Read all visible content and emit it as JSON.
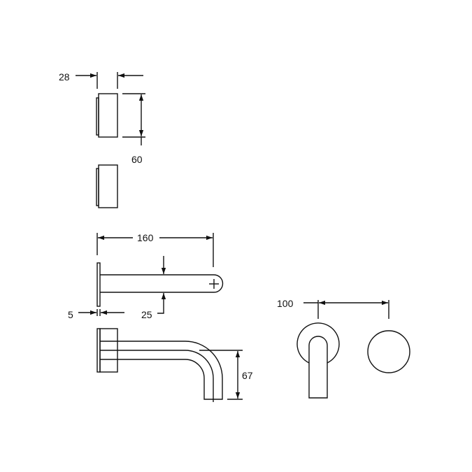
{
  "dimensions": {
    "handle_width": "28",
    "handle_height": "60",
    "spout_length": "160",
    "spout_width": "25",
    "plate_thickness": "5",
    "spout_drop": "67",
    "centre_distance": "100"
  },
  "colors": {
    "line": "#111111",
    "background": "#ffffff"
  }
}
